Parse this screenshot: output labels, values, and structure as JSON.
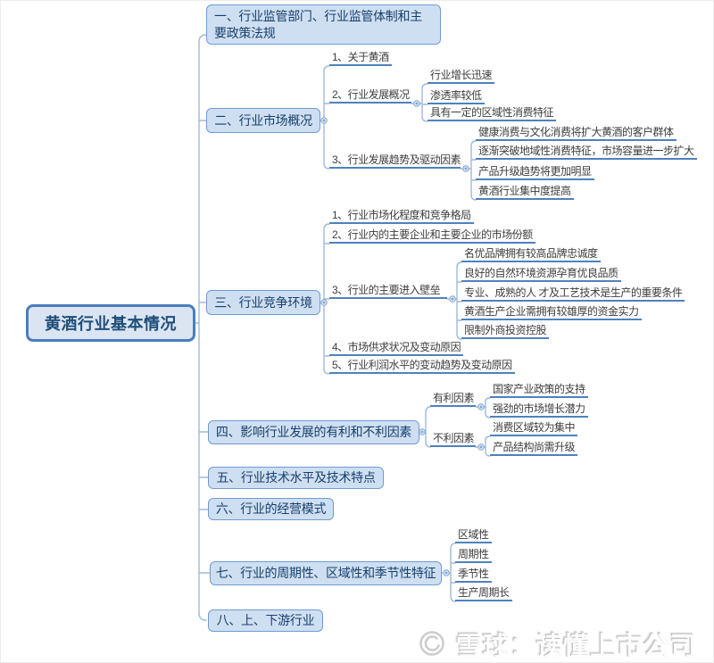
{
  "root": {
    "label": "黄酒行业基本情况"
  },
  "branches": {
    "b1": {
      "label": "一、行业监管部门、行业监管体制和主要政策法规"
    },
    "b2": {
      "label": "二、行业市场概况",
      "items": [
        {
          "label": "1、关于黄酒"
        },
        {
          "label": "2、行业发展概况",
          "children": [
            "行业增长迅速",
            "渗透率较低",
            "具有一定的区域性消费特征"
          ]
        },
        {
          "label": "3、行业发展趋势及驱动因素",
          "children": [
            "健康消费与文化消费将扩大黄酒的客户群体",
            "逐渐突破地域性消费特征，市场容量进一步扩大",
            "产品升级趋势将更加明显",
            "黄酒行业集中度提高"
          ]
        }
      ]
    },
    "b3": {
      "label": "三、行业竞争环境",
      "items": [
        {
          "label": "1、行业市场化程度和竞争格局"
        },
        {
          "label": "2、行业内的主要企业和主要企业的市场份额"
        },
        {
          "label": "3、行业的主要进入壁垒",
          "children": [
            "名优品牌拥有较高品牌忠诚度",
            "良好的自然环境资源孕育优良品质",
            "专业、成熟的人 才及工艺技术是生产的重要条件",
            "黄酒生产企业需拥有较雄厚的资金实力",
            "限制外商投资控股"
          ]
        },
        {
          "label": "4、市场供求状况及变动原因"
        },
        {
          "label": "5、行业利润水平的变动趋势及变动原因"
        }
      ]
    },
    "b4": {
      "label": "四、影响行业发展的有利和不利因素",
      "items": [
        {
          "label": "有利因素",
          "children": [
            "国家产业政策的支持",
            "强劲的市场增长潜力"
          ]
        },
        {
          "label": "不利因素",
          "children": [
            "消费区域较为集中",
            "产品结构尚需升级"
          ]
        }
      ]
    },
    "b5": {
      "label": "五、行业技术水平及技术特点"
    },
    "b6": {
      "label": "六、行业的经营模式"
    },
    "b7": {
      "label": "七、行业的周期性、区域性和季节性特征",
      "children": [
        "区域性",
        "周期性",
        "季节性",
        "生产周期长"
      ]
    },
    "b8": {
      "label": "八、上、下游行业"
    }
  },
  "watermark": {
    "text": "雪球：读懂上市公司",
    "logo": "xueqiu-snowball-logo"
  },
  "colors": {
    "node_fill": "#cfdff2",
    "node_border": "#6f9bd2",
    "root_fill": "#dbe5f2",
    "root_border": "#4a7ebb",
    "underline": "#4f81bd",
    "connector": "#9fbadb",
    "node_text": "#17406b",
    "leaf_text": "#3d3d3d"
  }
}
